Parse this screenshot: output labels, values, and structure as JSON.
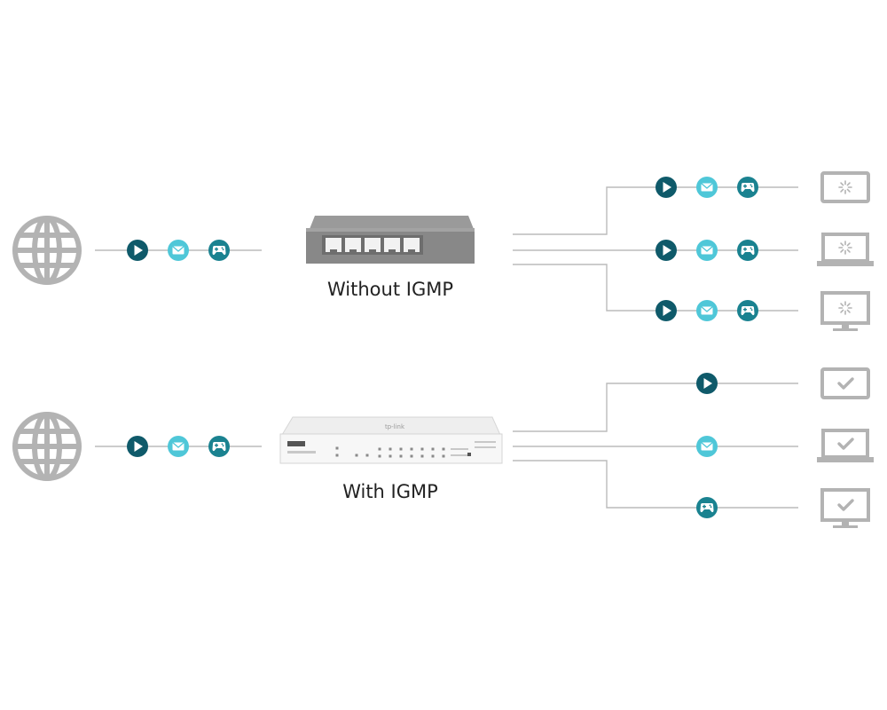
{
  "labels": {
    "without_igmp": "Without IGMP",
    "with_igmp": "With IGMP"
  },
  "switch_brand": "tp-link",
  "colors": {
    "line": "#bbbbbb",
    "globe": "#b3b3b3",
    "icon_dark": "#0f5a6a",
    "icon_light": "#4fc7d8",
    "icon_mid": "#1a8290",
    "device": "#b3b3b3"
  },
  "icons": {
    "play": "play-icon",
    "mail": "mail-icon",
    "game": "gamepad-icon",
    "loading": "loading-spinner-icon",
    "check": "checkmark-icon"
  },
  "scenarios": [
    {
      "name": "without-igmp",
      "source_streams": [
        "play",
        "mail",
        "game"
      ],
      "outputs": [
        {
          "device": "tablet",
          "streams": [
            "play",
            "mail",
            "game"
          ],
          "status": "loading"
        },
        {
          "device": "laptop",
          "streams": [
            "play",
            "mail",
            "game"
          ],
          "status": "loading"
        },
        {
          "device": "monitor",
          "streams": [
            "play",
            "mail",
            "game"
          ],
          "status": "loading"
        }
      ]
    },
    {
      "name": "with-igmp",
      "source_streams": [
        "play",
        "mail",
        "game"
      ],
      "outputs": [
        {
          "device": "tablet",
          "streams": [
            "play"
          ],
          "status": "check"
        },
        {
          "device": "laptop",
          "streams": [
            "mail"
          ],
          "status": "check"
        },
        {
          "device": "monitor",
          "streams": [
            "game"
          ],
          "status": "check"
        }
      ]
    }
  ]
}
